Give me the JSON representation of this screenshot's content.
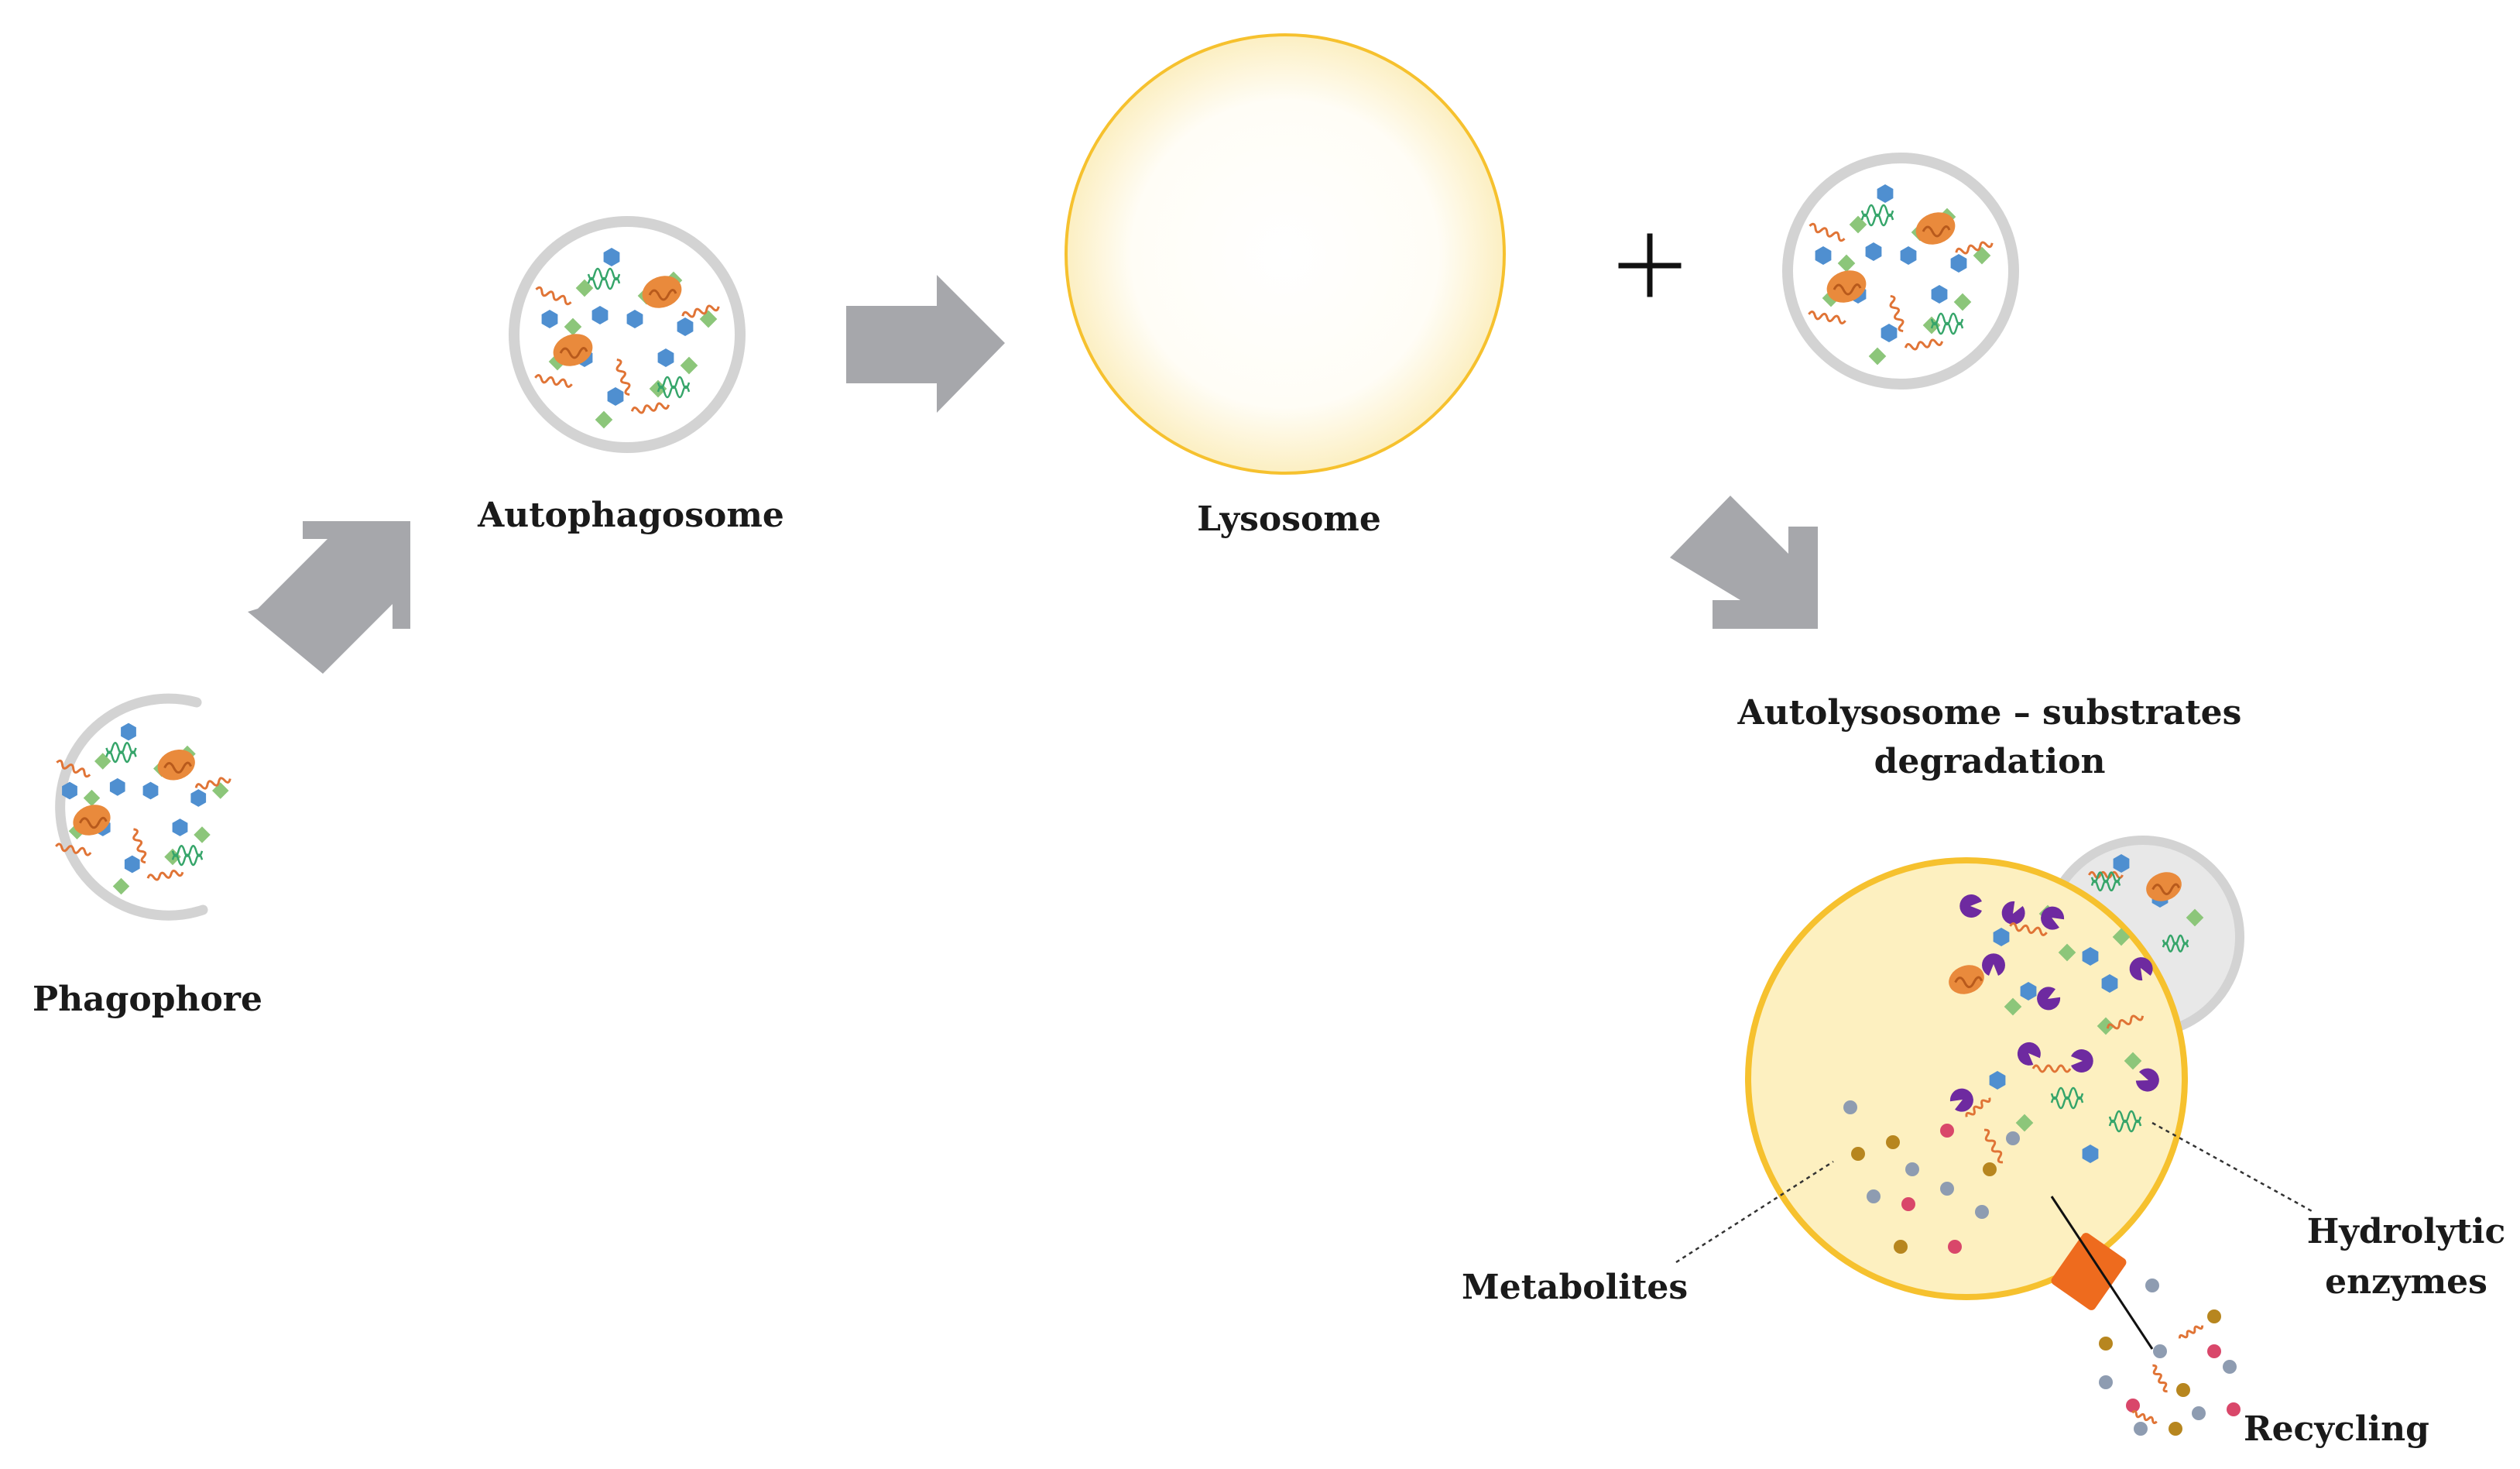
{
  "labels": {
    "phagophore": "Phagophore",
    "autophagosome": "Autophagosome",
    "lysosome": "Lysosome",
    "plus": "+",
    "autolysosome_line1": "Autolysosome – substrates",
    "autolysosome_line2": "degradation",
    "metabolites": "Metabolites",
    "hydrolytic_line1": "Hydrolytic",
    "hydrolytic_line2": "enzymes",
    "recycling": "Recycling"
  },
  "colors": {
    "arrow": "#a6a7ab",
    "membrane": "#d3d3d3",
    "lysosome_border": "#f6c12e",
    "lysosome_fill": "#fdf0c0",
    "mitochondria": "#e98a3c",
    "protein_blue": "#4f8fd0",
    "fragment_green": "#8cc67a",
    "dna_green": "#36a56a",
    "squiggle": "#e07436",
    "enzyme": "#6e2aa0",
    "metabolite_gold": "#b7861f",
    "metabolite_grey": "#8e9cb1",
    "metabolite_pink": "#d9476a",
    "channel": "#ee6b1e"
  }
}
